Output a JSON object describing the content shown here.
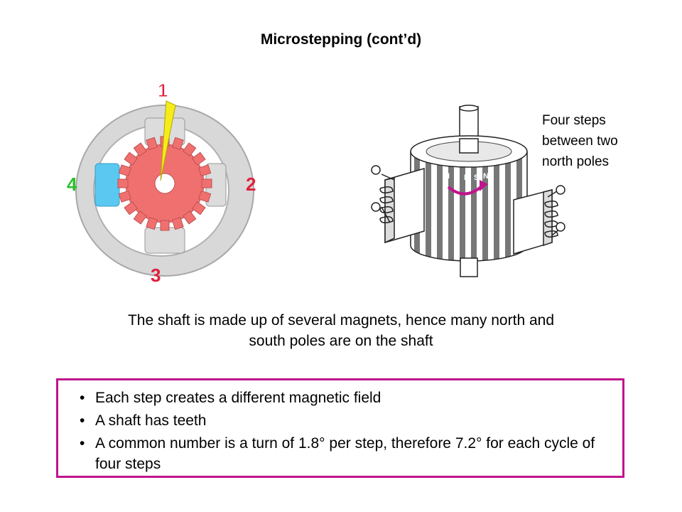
{
  "title": "Microstepping (cont’d)",
  "left_figure": {
    "labels": [
      "1",
      "2",
      "3",
      "4"
    ],
    "colors": {
      "ring": "#cfcfcf",
      "rotor": "#f07070",
      "pointer": "#f5ec19",
      "label": "#e0203c",
      "active_pole": "#5ac8f0",
      "label4": "#2cc02c"
    }
  },
  "right_figure": {
    "pole_letters": [
      "N",
      "S",
      "N",
      "S",
      "N"
    ],
    "arrow_color": "#c0148c"
  },
  "note": {
    "lines": [
      "Four steps",
      "between two",
      "north poles"
    ]
  },
  "caption": {
    "line1": "The shaft is made up of several magnets, hence many north and",
    "line2": "south poles are on the shaft"
  },
  "bullets": [
    "Each step creates a different magnetic field",
    "A shaft has teeth",
    "A common number is a turn of 1.8° per step, therefore 7.2° for each cycle of four steps"
  ],
  "box_color": "#c0148c"
}
